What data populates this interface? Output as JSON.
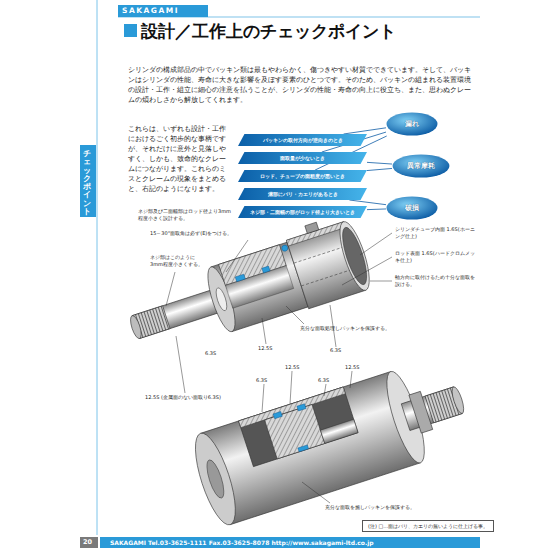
{
  "diagram": {
    "title": "設計／工作上のチェックポイント",
    "nodes": [
      {
        "text": [
          "パッキンの取付方向が逆向きのとき"
        ]
      },
      {
        "text": [
          "面取量が少ないとき"
        ]
      },
      {
        "text": [
          "ロッド、チューブの面粗度が悪いとき"
        ]
      },
      {
        "text": [
          "溝部にバリ・カエリがあるとき"
        ]
      },
      {
        "text": [
          "ネジ部・二面幅の部がロッド径より大きいとき"
        ]
      },
      {
        "text": [
          "漏れ"
        ]
      },
      {
        "text": [
          "異常摩耗"
        ]
      },
      {
        "text": [
          "破損"
        ]
      },
      {
        "text": [
          "(注) □…面はバリ、カエリの無いように仕上げる事。"
        ]
      }
    ],
    "edges": [
      {
        "from": 0,
        "to": 5,
        "arrow": "none"
      },
      {
        "from": 1,
        "to": 5,
        "arrow": "none"
      },
      {
        "from": 1,
        "to": 6,
        "arrow": "none"
      },
      {
        "from": 2,
        "to": 5,
        "arrow": "none"
      },
      {
        "from": 2,
        "to": 6,
        "arrow": "none"
      },
      {
        "from": 3,
        "to": 7,
        "arrow": "none"
      },
      {
        "from": 4,
        "to": 7,
        "arrow": "none"
      }
    ],
    "labels": [
      "SAKAGAMI",
      "チェックポイント",
      "シリンダの構成部品の中でパッキン類は最もやわらかく、傷つきやすい材質でできています。そして、パッキンはシリンダの性能、寿命に大きな影響を及ぼす要素のひとつです。そのため、パッキンの組まれる装置環境の設計・工作・組立に細心の注意を払うことが、シリンダの性能・寿命の向上に役立ち、また、思わぬクレームの煩わしさから解放してくれます。",
      "これらは、いずれも設計・工作におけるごく初歩的な事柄ですが、それだけに意外と見落しやすく、しかも、致命的なクレームにつながります。これらのミスとクレームの現象をまとめると、右記のようになります。",
      "ネジ部及び二面幅部はロッド径より3mm程度小さく設計する。",
      "15～30°面取角は必ず(E)をつける。",
      "ネジ部はこのように3mm程度小さくする。",
      "シリンダチューブ内面 1.6S(ホーニング仕上)",
      "ロッド表面 1.6S(ハードクロムメッキ仕上)",
      "軸方向に取付けるため十分な面取を設ける。",
      "充分な面取処理しパッキンを保護する。",
      "6.3S",
      "12.5S",
      "6.3S",
      "12.5S (金属面のない面取り6.3S)",
      "12.5S",
      "6.3S",
      "6.3S",
      "12.5S",
      "充分な面取を施しパッキンを保護する。",
      "20",
      "SAKAGAMI Tel.03-3625-1111 Fax.03-3625-8078 http://www.sakagami-ltd.co.jp"
    ]
  }
}
